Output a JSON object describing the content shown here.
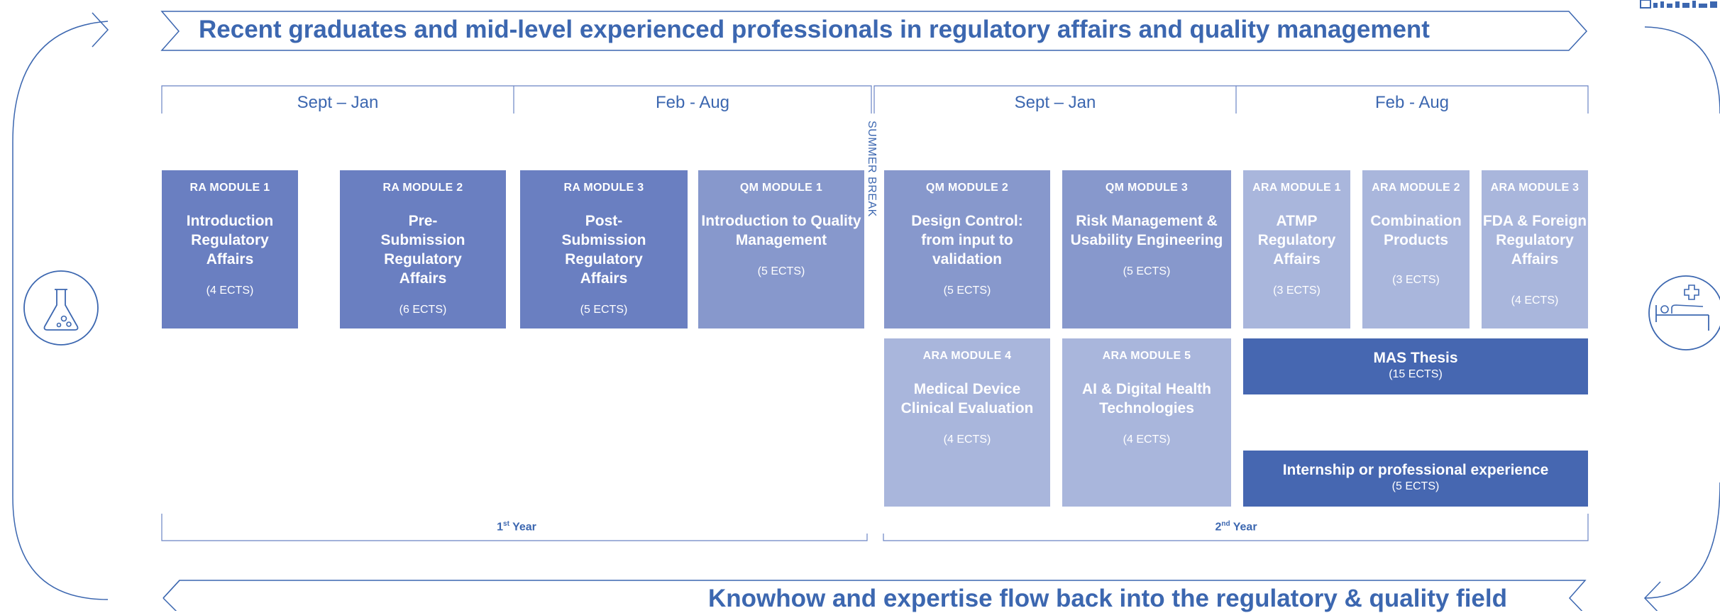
{
  "banners": {
    "top": "Recent graduates and mid-level experienced professionals in regulatory affairs and quality management",
    "bottom": "Knowhow and expertise flow back into the regulatory & quality field"
  },
  "periods": [
    "Sept – Jan",
    "Feb - Aug",
    "Sept – Jan",
    "Feb - Aug"
  ],
  "summer_break": "SUMMER BREAK",
  "modules": [
    {
      "code": "RA MODULE 1",
      "title": "Introduction Regulatory Affairs",
      "ects": "(4 ECTS)"
    },
    {
      "code": "RA MODULE 2",
      "title": "Pre-Submission Regulatory Affairs",
      "ects": "(6 ECTS)"
    },
    {
      "code": "RA MODULE 3",
      "title": "Post-Submission Regulatory Affairs",
      "ects": "(5 ECTS)"
    },
    {
      "code": "QM MODULE 1",
      "title": "Introduction to Quality Management",
      "ects": "(5 ECTS)"
    },
    {
      "code": "QM MODULE 2",
      "title": "Design Control: from input to validation",
      "ects": "(5 ECTS)"
    },
    {
      "code": "QM MODULE 3",
      "title": "Risk Management & Usability Engineering",
      "ects": "(5 ECTS)"
    },
    {
      "code": "ARA MODULE 1",
      "title": "ATMP Regulatory Affairs",
      "ects": "(3 ECTS)"
    },
    {
      "code": "ARA MODULE 2",
      "title": "Combination Products",
      "ects": "(3 ECTS)"
    },
    {
      "code": "ARA MODULE 3",
      "title": "FDA & Foreign Regulatory Affairs",
      "ects": "(4 ECTS)"
    },
    {
      "code": "ARA MODULE 4",
      "title": "Medical Device Clinical Evaluation",
      "ects": "(4 ECTS)"
    },
    {
      "code": "ARA MODULE 5",
      "title": "AI & Digital Health Technologies",
      "ects": "(4 ECTS)"
    }
  ],
  "thesis": {
    "title": "MAS Thesis",
    "ects": "(15 ECTS)"
  },
  "internship": {
    "title": "Internship or professional experience",
    "ects": "(5 ECTS)"
  },
  "years": {
    "first": {
      "num": "1",
      "sup": "st",
      "label": "Year"
    },
    "second": {
      "num": "2",
      "sup": "nd",
      "label": "Year"
    }
  },
  "icons": [
    "flask-icon",
    "hospital-bed-icon",
    "qr-code-icon"
  ]
}
